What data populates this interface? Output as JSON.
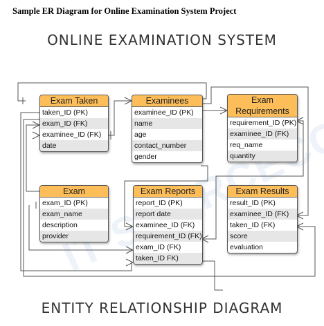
{
  "document_title": "Sample ER Diagram for Online Examination System Project",
  "system_title": "ONLINE EXAMINATION SYSTEM",
  "footer_title": "ENTITY RELATIONSHIP DIAGRAM",
  "watermark": "IT SOURCECODE",
  "entities": {
    "exam_taken": {
      "name": "Exam Taken",
      "attributes": [
        "taken_ID (PK)",
        "exam_ID (FK)",
        "examinee_ID (FK)",
        "date"
      ]
    },
    "examinees": {
      "name": "Examinees",
      "attributes": [
        "examinee_ID (PK)",
        "name",
        "age",
        "contact_number",
        "gender"
      ]
    },
    "exam_requirements": {
      "name_line1": "Exam",
      "name_line2": "Requirements",
      "attributes": [
        "requirement_ID (PK)",
        "examinee_ID (FK)",
        "req_name",
        "quantity"
      ]
    },
    "exam": {
      "name": "Exam",
      "attributes": [
        "exam_ID (PK)",
        "exam_name",
        "description",
        "provider"
      ]
    },
    "exam_reports": {
      "name": "Exam Reports",
      "attributes": [
        "report_ID (PK)",
        "report date",
        "examinee_ID (FK)",
        "requirement_ID (FK)",
        "exam_ID (FK)",
        "taken_ID FK)"
      ]
    },
    "exam_results": {
      "name": "Exam Results",
      "attributes": [
        "result_ID (PK)",
        "examinee_ID (FK)",
        "taken_ID (FK)",
        "score",
        "evaluation"
      ]
    }
  },
  "colors": {
    "entity_header": "#fdbe5a",
    "row_stripe": "#e6e6e6",
    "line": "#555555"
  }
}
